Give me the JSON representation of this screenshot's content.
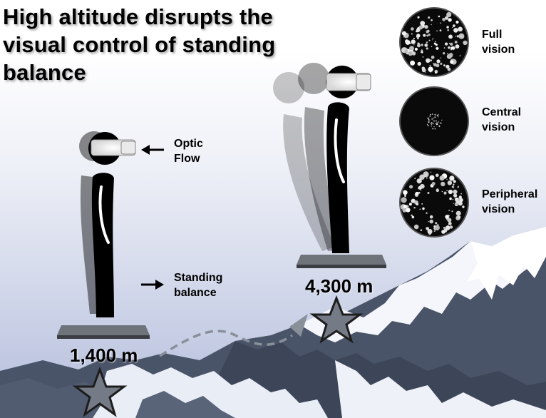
{
  "title": "High altitude disrupts the visual control of standing balance",
  "labels": {
    "optic_flow": "Optic Flow",
    "standing_balance": "Standing balance"
  },
  "altitudes": {
    "low": "1,400 m",
    "high": "4,300 m"
  },
  "conditions": [
    {
      "label": "Full vision"
    },
    {
      "label": "Central vision"
    },
    {
      "label": "Peripheral vision"
    }
  ],
  "colors": {
    "mountain_rock": "#4a5468",
    "mountain_snow": "#f4f6fb",
    "sky_bottom": "#b3bcdb",
    "arrow_dashed": "#8a909a",
    "figure": "#000000"
  }
}
